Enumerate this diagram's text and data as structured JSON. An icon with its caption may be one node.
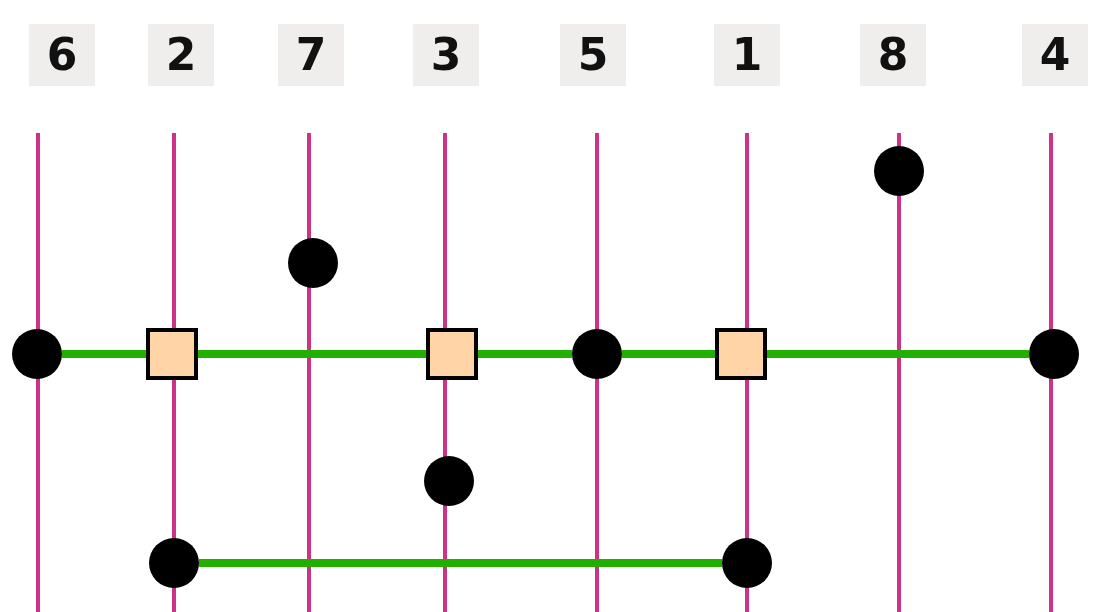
{
  "diagram": {
    "nodes": [
      {
        "text": [],
        "shape": "circle"
      },
      {
        "text": [],
        "shape": "circle"
      },
      {
        "text": [],
        "shape": "box"
      },
      {
        "text": [],
        "shape": "circle"
      },
      {
        "text": [],
        "shape": "circle"
      },
      {
        "text": [],
        "shape": "box"
      },
      {
        "text": [],
        "shape": "circle"
      },
      {
        "text": [],
        "shape": "box"
      },
      {
        "text": [],
        "shape": "circle"
      },
      {
        "text": [],
        "shape": "circle"
      },
      {
        "text": [],
        "shape": "circle"
      }
    ],
    "edges": [
      {
        "from": 0,
        "to": 2,
        "arrow": "none"
      },
      {
        "from": 2,
        "to": 5,
        "arrow": "none"
      },
      {
        "from": 5,
        "to": 6,
        "arrow": "none"
      },
      {
        "from": 6,
        "to": 7,
        "arrow": "none"
      },
      {
        "from": 7,
        "to": 10,
        "arrow": "none"
      },
      {
        "from": 1,
        "to": 8,
        "arrow": "none"
      }
    ],
    "labels": [
      "6",
      "2",
      "7",
      "3",
      "5",
      "1",
      "8",
      "4"
    ]
  }
}
